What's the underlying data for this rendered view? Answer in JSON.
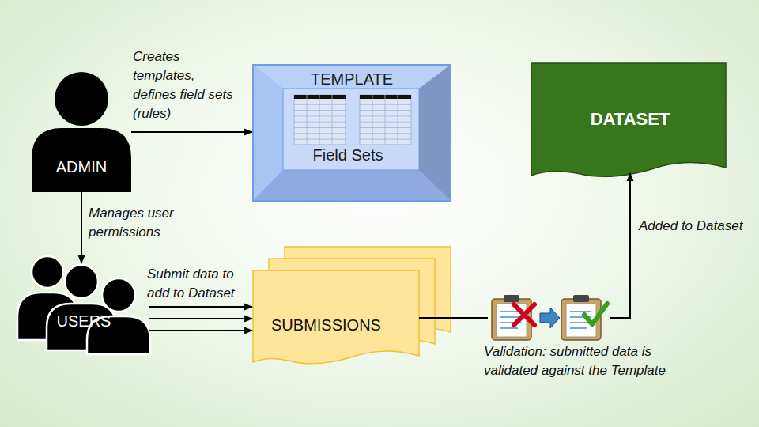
{
  "diagram": {
    "nodes": [
      {
        "text": [
          "ADMIN"
        ]
      },
      {
        "text": [
          "TEMPLATE",
          "Field Sets"
        ]
      },
      {
        "text": [
          "DATASET"
        ]
      },
      {
        "text": [
          "USERS"
        ]
      },
      {
        "text": [
          "SUBMISSIONS"
        ]
      }
    ],
    "edges": [
      {
        "from": 0,
        "to": 1,
        "arrow": "to",
        "label": "Creates templates, defines field sets (rules)"
      },
      {
        "from": 0,
        "to": 3,
        "arrow": "to",
        "label": "Manages user permissions"
      },
      {
        "from": 3,
        "to": 4,
        "arrow": "to",
        "label": "Submit data to add to Dataset"
      },
      {
        "from": 4,
        "to": 2,
        "arrow": "to",
        "label": "Added to Dataset"
      }
    ],
    "labels": [
      "Validation: submitted data is validated against the Template"
    ]
  }
}
